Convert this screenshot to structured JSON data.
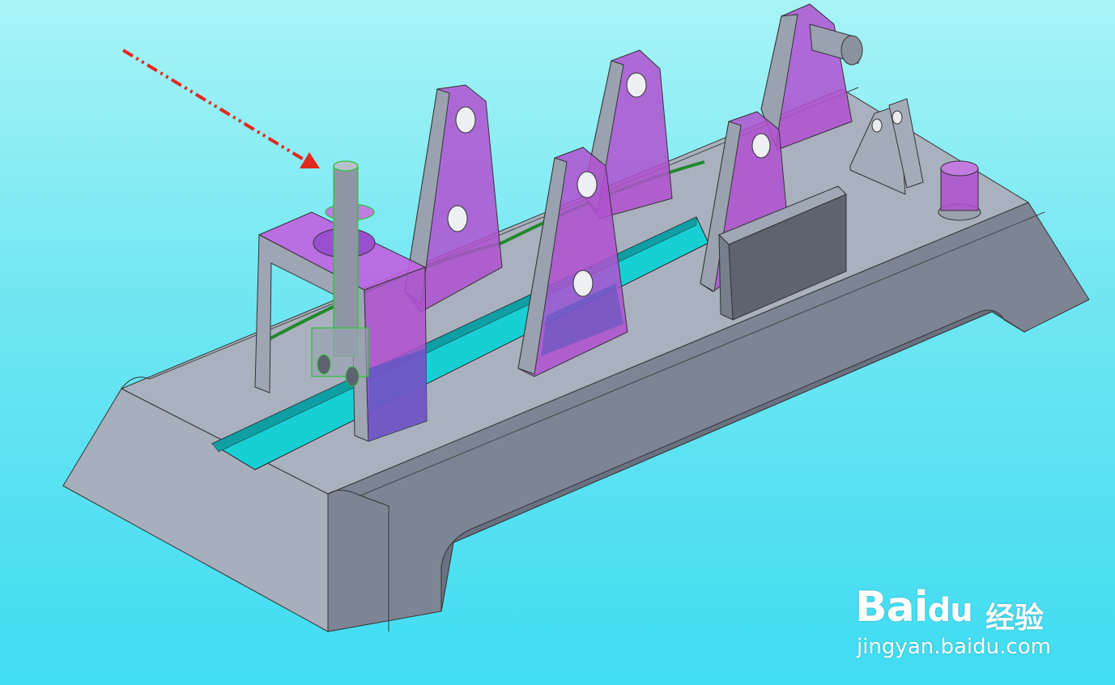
{
  "viewport": {
    "background_top": "#a8f4f6",
    "background_bottom": "#3fdcf2",
    "model_colors": {
      "base": "#9ea6b4",
      "base_dark": "#7c8494",
      "base_top": "#aab2bf",
      "slot": "#16cfd3",
      "transparent_part": "#b04fd0",
      "selected_edge": "#2ec13a",
      "block": "#5e6370",
      "arrow": "#e02a20"
    }
  },
  "watermark": {
    "brand": "Bai",
    "brand_paw": "du",
    "suffix": "经验",
    "url": "jingyan.baidu.com"
  }
}
